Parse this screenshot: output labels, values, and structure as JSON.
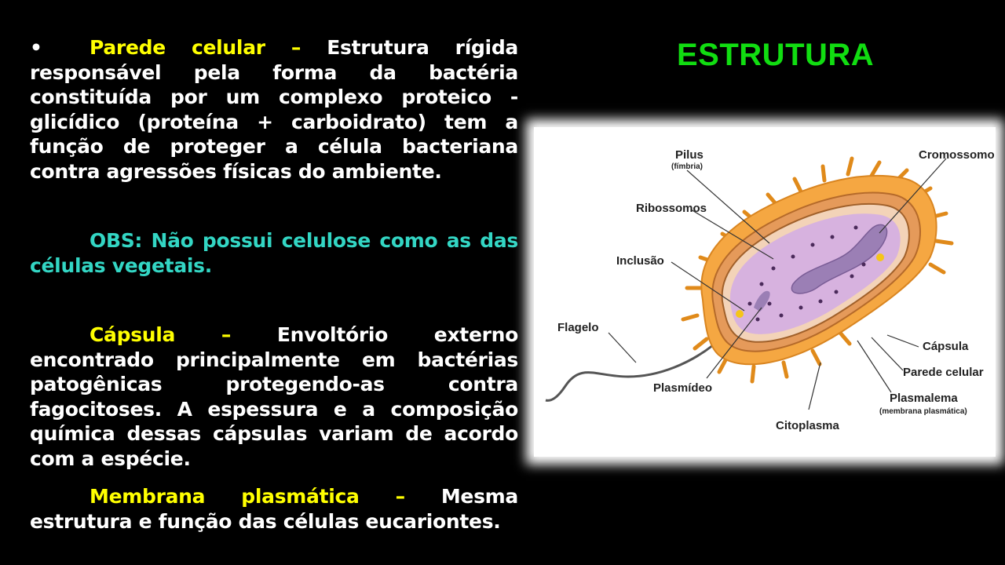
{
  "slide": {
    "title": "ESTRUTURA",
    "bullet": "•",
    "p1_label": "Parede celular –",
    "p1_text": " Estrutura rígida responsável pela  forma da bactéria constituída por um complexo proteico - glicídico  (proteína + carboidrato) tem a função de proteger a célula bacteriana contra  agressões físicas do ambiente.",
    "obs_text": "OBS: Não possui celulose como as das células vegetais.",
    "p3_label": "Cápsula –",
    "p3_text": " Envoltório externo encontrado principalmente em bactérias patogênicas protegendo-as contra fagocitoses.  A espessura e a composição química dessas cápsulas variam de acordo com a espécie.",
    "p4_label": "Membrana plasmática –",
    "p4_text": " Mesma estrutura e função das  células  eucariontes."
  },
  "diagram": {
    "labels": {
      "pilus": "Pilus",
      "fimbria": "(fímbria)",
      "ribossomos": "Ribossomos",
      "inclusao": "Inclusão",
      "flagelo": "Flagelo",
      "plasmideo": "Plasmídeo",
      "citoplasma": "Citoplasma",
      "cromossomo": "Cromossomo",
      "capsula": "Cápsula",
      "parede": "Parede celular",
      "plasmalema": "Plasmalema",
      "membrana": "(membrana plasmática)"
    },
    "colors": {
      "capsule": "#f5a742",
      "wall": "#c8753a",
      "cytoplasm": "#d7b2df",
      "chromosome": "#9b7fb5"
    }
  }
}
